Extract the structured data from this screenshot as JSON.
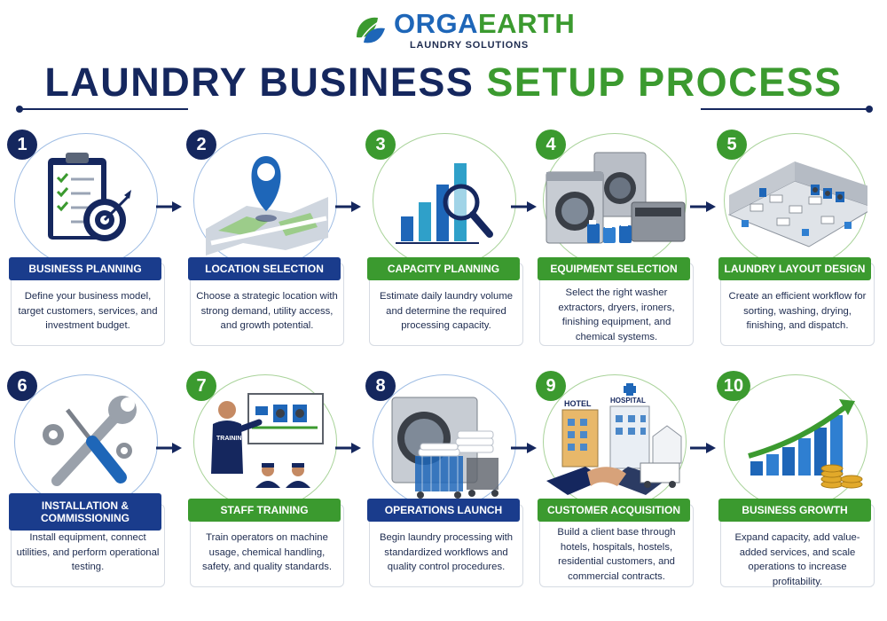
{
  "brand": {
    "name_part1": "ORGA",
    "name_part2": "EARTH",
    "subtitle": "LAUNDRY SOLUTIONS",
    "colors": {
      "blue": "#1e66b8",
      "green": "#3b9a2f",
      "navy": "#15275e"
    }
  },
  "title": {
    "part1": "LAUNDRY BUSINESS",
    "part2": "SETUP PROCESS"
  },
  "steps": [
    {
      "number": "1",
      "label": "BUSINESS PLANNING",
      "desc": "Define your business model, target customers, services, and investment budget.",
      "icon": "clipboard-target-icon",
      "accent": "navy"
    },
    {
      "number": "2",
      "label": "LOCATION SELECTION",
      "desc": "Choose a strategic location with strong demand, utility access, and growth potential.",
      "icon": "map-pin-icon",
      "accent": "navy"
    },
    {
      "number": "3",
      "label": "CAPACITY PLANNING",
      "desc": "Estimate daily laundry volume and determine the required processing capacity.",
      "icon": "bar-chart-magnifier-icon",
      "accent": "green"
    },
    {
      "number": "4",
      "label": "EQUIPMENT SELECTION",
      "desc": "Select the right washer extractors, dryers, ironers, finishing equipment, and chemical systems.",
      "icon": "washing-machines-icon",
      "accent": "green"
    },
    {
      "number": "5",
      "label": "LAUNDRY LAYOUT DESIGN",
      "desc": "Create an efficient workflow for sorting, washing, drying, finishing, and dispatch.",
      "icon": "floor-plan-icon",
      "accent": "green"
    },
    {
      "number": "6",
      "label": "INSTALLATION & COMMISSIONING",
      "desc": "Install equipment, connect utilities, and perform operational testing.",
      "icon": "wrench-screwdriver-icon",
      "accent": "navy"
    },
    {
      "number": "7",
      "label": "STAFF TRAINING",
      "desc": "Train operators on machine usage, chemical handling, safety, and quality standards.",
      "icon": "trainer-board-icon",
      "badge": "TRAINING",
      "accent": "green"
    },
    {
      "number": "8",
      "label": "OPERATIONS LAUNCH",
      "desc": "Begin laundry processing with standardized workflows and quality control procedures.",
      "icon": "washer-linen-cart-icon",
      "accent": "navy"
    },
    {
      "number": "9",
      "label": "CUSTOMER ACQUISITION",
      "desc": "Build a client base through hotels, hospitals, hostels, residential customers, and commercial contracts.",
      "icon": "handshake-buildings-icon",
      "sign1": "HOTEL",
      "sign2": "HOSPITAL",
      "accent": "green"
    },
    {
      "number": "10",
      "label": "BUSINESS GROWTH",
      "desc": "Expand capacity, add value-added services, and scale operations to increase profitability.",
      "icon": "growth-chart-coins-icon",
      "accent": "green"
    }
  ]
}
